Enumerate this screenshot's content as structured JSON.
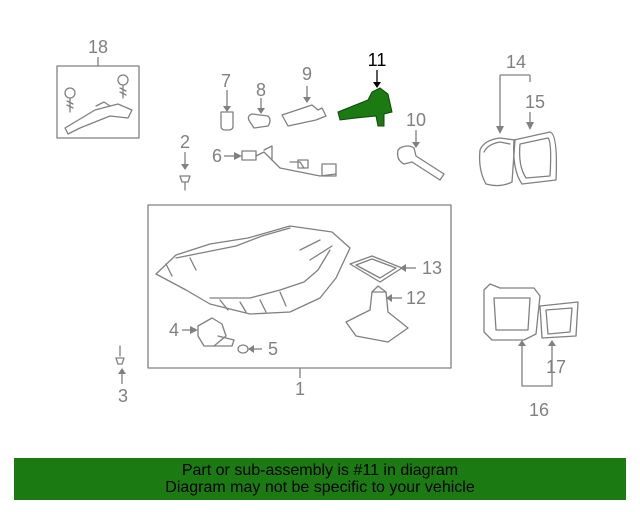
{
  "diagram": {
    "highlight_color": "#1c7a12",
    "callouts": {
      "c1": "1",
      "c2": "2",
      "c3": "3",
      "c4": "4",
      "c5": "5",
      "c6": "6",
      "c7": "7",
      "c8": "8",
      "c9": "9",
      "c10": "10",
      "c11": "11",
      "c12": "12",
      "c13": "13",
      "c14": "14",
      "c15": "15",
      "c16": "16",
      "c17": "17",
      "c18": "18"
    },
    "highlighted_part": "11"
  },
  "footer": {
    "line1": "Part or sub-assembly is #11 in diagram",
    "line2": "Diagram may not be specific to your vehicle",
    "background": "#1c7a12"
  }
}
